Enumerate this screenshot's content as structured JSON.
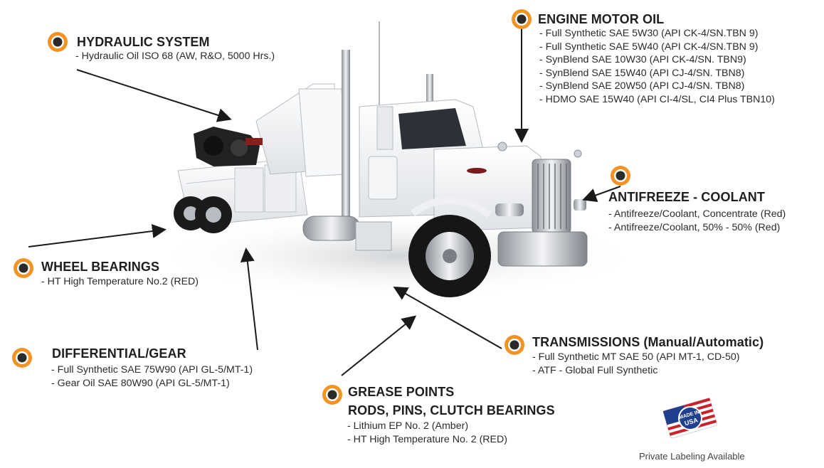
{
  "colors": {
    "bullet_orange": "#f39323",
    "bullet_dark": "#2a2a2a",
    "arrow": "#1a1a1a",
    "flag_red": "#c8232c",
    "flag_blue": "#1f3f8f",
    "truck_body": "#f2f3f5",
    "tire": "#1b1b1b",
    "chrome": "#c9ccd1"
  },
  "hydraulic": {
    "icon": "bullet-icon",
    "title": "HYDRAULIC SYSTEM",
    "items": [
      "- Hydraulic Oil ISO 68 (AW, R&O, 5000 Hrs.)"
    ]
  },
  "engine": {
    "icon": "bullet-icon",
    "title": "ENGINE MOTOR OIL",
    "items": [
      "- Full Synthetic SAE 5W30 (API CK-4/SN.TBN 9)",
      "- Full Synthetic SAE 5W40 (API CK-4/SN.TBN 9)",
      "- SynBlend SAE 10W30 (API CK-4/SN. TBN9)",
      "- SynBlend SAE 15W40 (API CJ-4/SN. TBN8)",
      "- SynBlend SAE 20W50 (API CJ-4/SN. TBN8)",
      "- HDMO SAE 15W40 (API CI-4/SL, CI4 Plus TBN10)"
    ]
  },
  "antifreeze": {
    "icon": "bullet-icon",
    "title": "ANTIFREEZE - COOLANT",
    "items": [
      "- Antifreeze/Coolant, Concentrate (Red)",
      "- Antifreeze/Coolant, 50% - 50% (Red)"
    ]
  },
  "wheel": {
    "icon": "bullet-icon",
    "title": "WHEEL BEARINGS",
    "items": [
      "- HT High Temperature No.2 (RED)"
    ]
  },
  "differential": {
    "icon": "bullet-icon",
    "title": "DIFFERENTIAL/GEAR",
    "items": [
      "- Full Synthetic SAE 75W90 (API GL-5/MT-1)",
      "- Gear Oil SAE 80W90 (API GL-5/MT-1)"
    ]
  },
  "transmissions": {
    "icon": "bullet-icon",
    "title": "TRANSMISSIONS (Manual/Automatic)",
    "items": [
      "- Full Synthetic MT SAE 50 (API MT-1, CD-50)",
      "- ATF - Global Full Synthetic"
    ]
  },
  "grease": {
    "icon": "bullet-icon",
    "title": "GREASE POINTS",
    "subtitle": "RODS, PINS, CLUTCH BEARINGS",
    "items": [
      "- Lithium EP No. 2 (Amber)",
      "- HT High Temperature No. 2 (RED)"
    ]
  },
  "badge": {
    "icon": "made-in-usa-badge",
    "top_text": "MADE IN",
    "bottom_text": "USA"
  },
  "footer": {
    "private_label": "Private Labeling Available"
  }
}
